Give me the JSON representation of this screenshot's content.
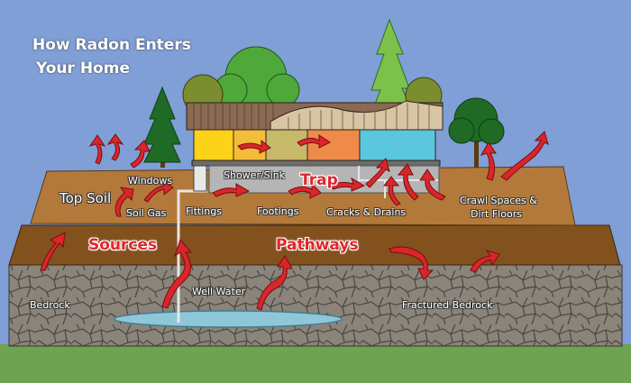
{
  "title": {
    "line1": "How Radon Enters",
    "line2": "Your Home"
  },
  "labels": {
    "top_soil": "Top Soil",
    "windows": "Windows",
    "soil_gas": "Soil Gas",
    "fittings": "Fittings",
    "shower_sink": "Shower/Sink",
    "footings": "Footings",
    "trap": "Trap",
    "cracks_drains": "Cracks & Drains",
    "crawl_spaces": "Crawl Spaces &",
    "dirt_floors": "Dirt Floors",
    "sources": "Sources",
    "pathways": "Pathways",
    "bedrock": "Bedrock",
    "well_water": "Well Water",
    "fractured_bedrock": "Fractured Bedrock"
  },
  "colors": {
    "sky": "#7f9fd6",
    "topsoil": "#b3793a",
    "subsoil": "#82511d",
    "bedrock": "#8a847a",
    "grass": "#6ea352",
    "radon_arrow": "#d9262b",
    "roof": "#8a6a52"
  }
}
